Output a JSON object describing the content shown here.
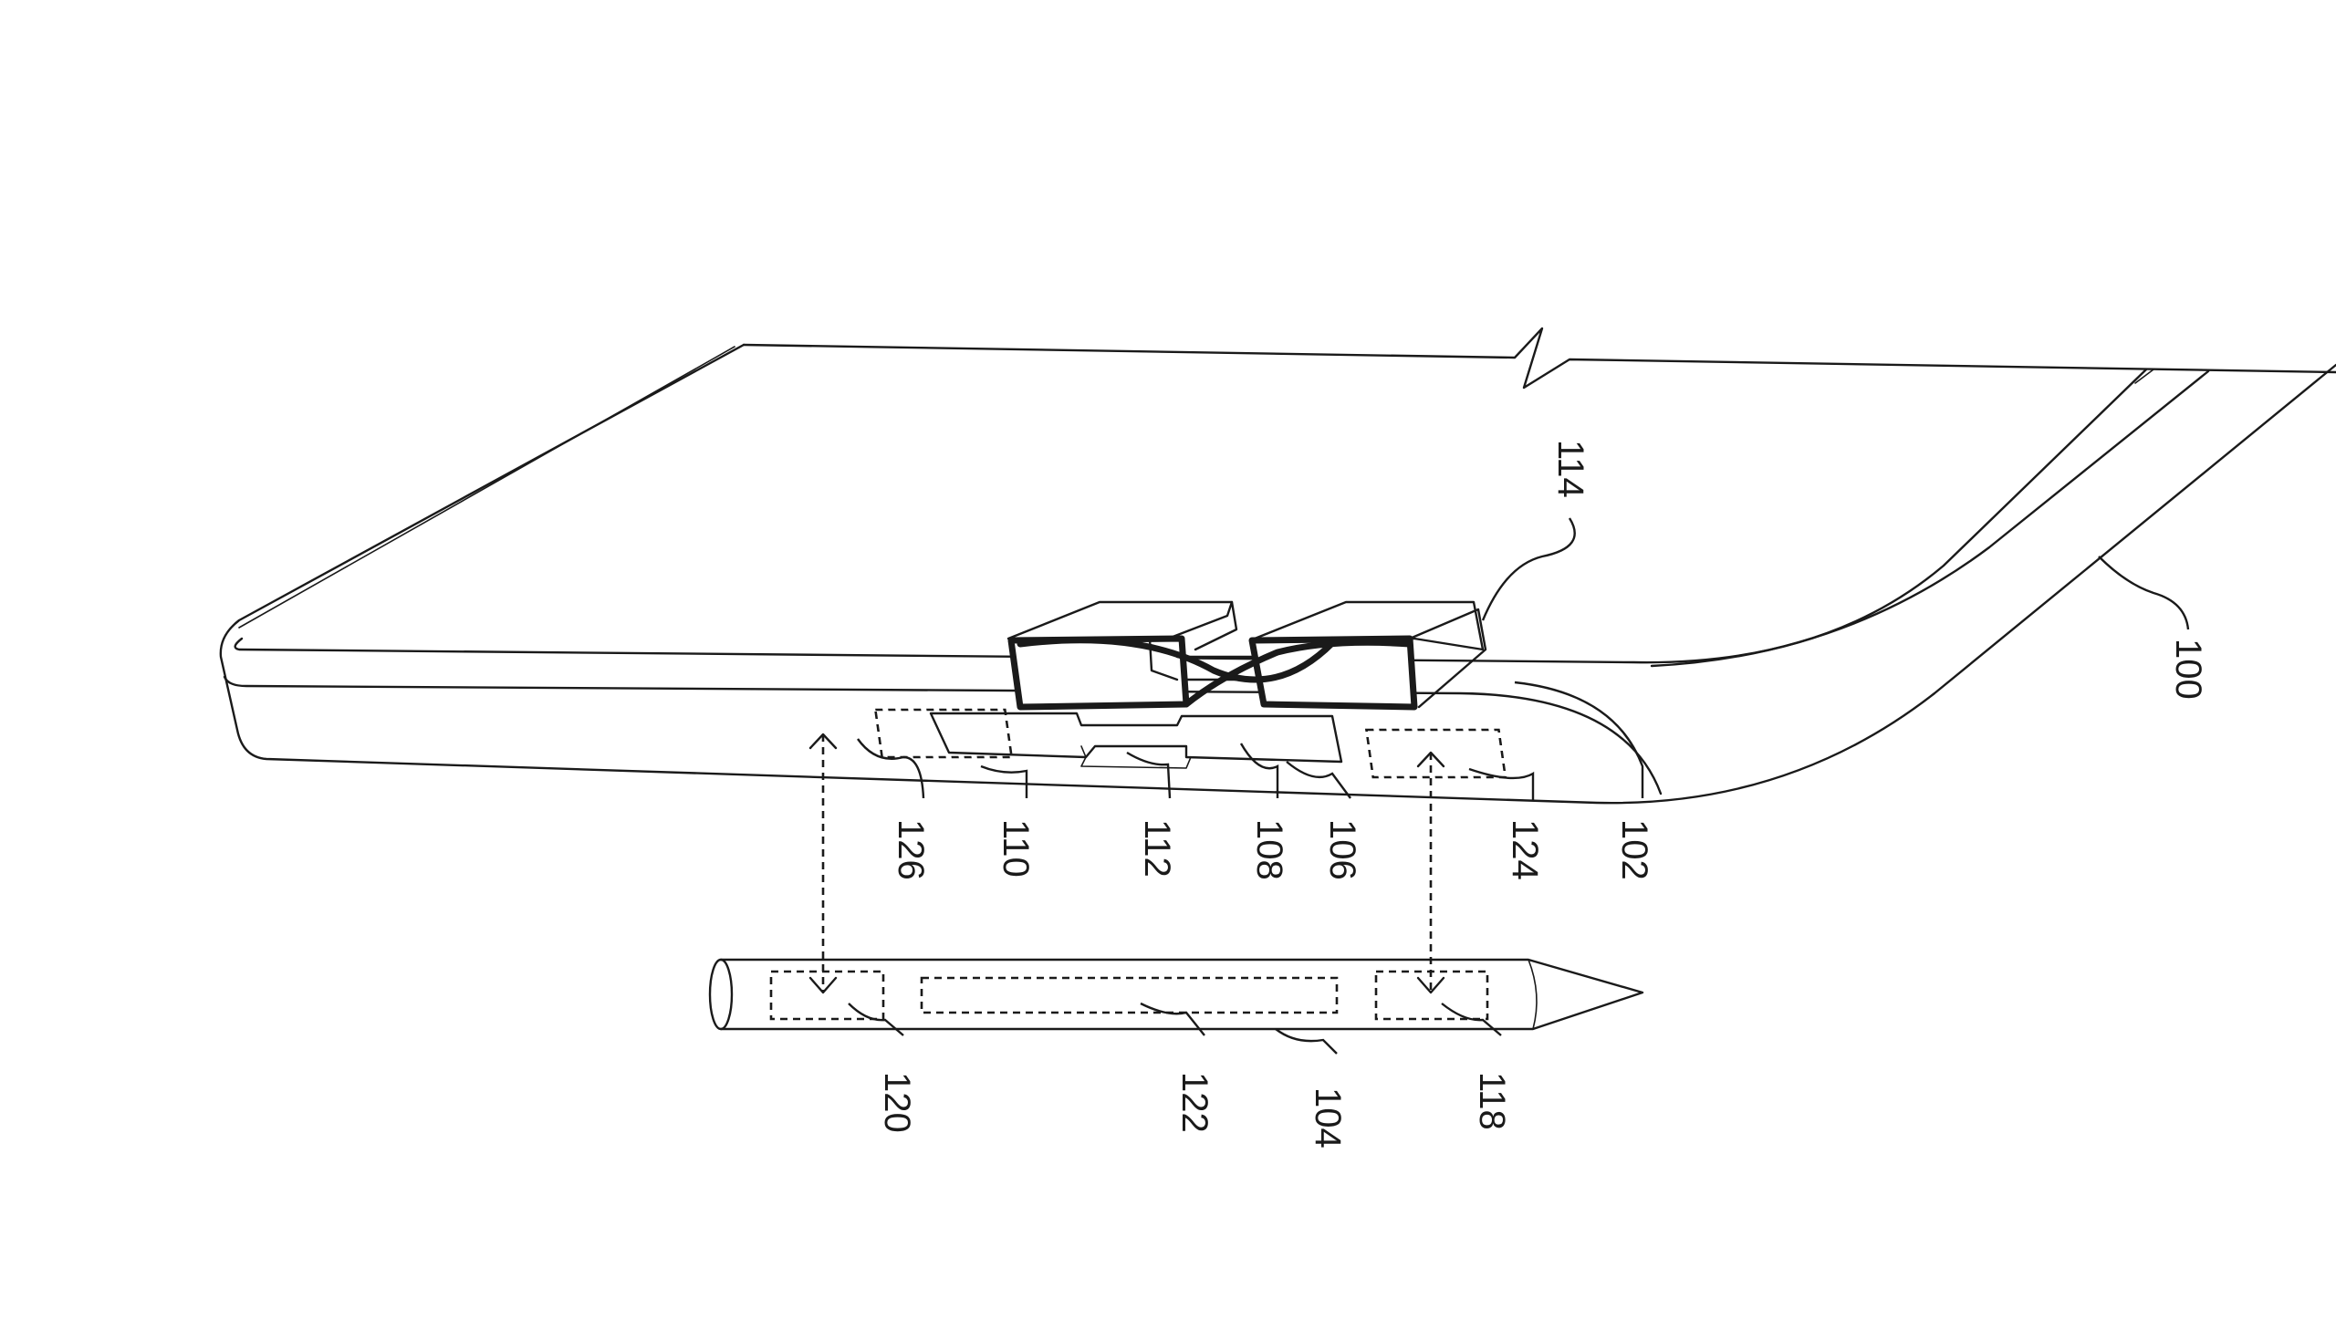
{
  "reference_numerals": {
    "device": "100",
    "device_edge": "102",
    "stylus": "104",
    "connector_recess": "106",
    "recess_wall": "108",
    "recess_floor": "110",
    "recess_step": "112",
    "connector": "114",
    "stylus_coil_tip": "118",
    "stylus_coil_end": "120",
    "stylus_battery": "122",
    "device_coil_right": "124",
    "device_coil_left": "126"
  }
}
